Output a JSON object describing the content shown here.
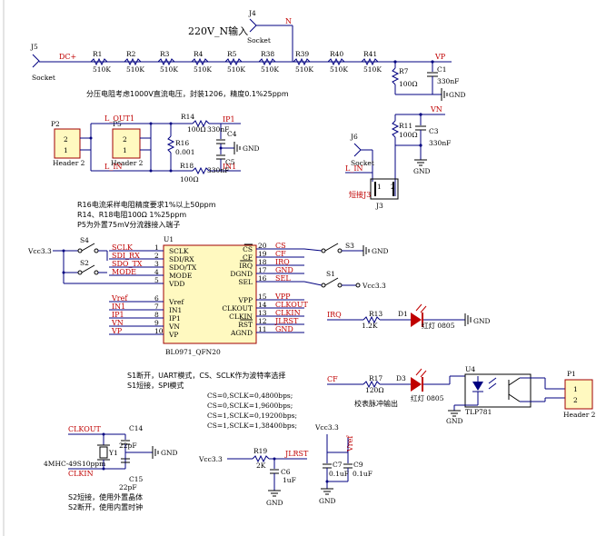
{
  "title_220v": "220V_N输入",
  "j4": {
    "ref": "J4",
    "val": "Socket",
    "net": "N"
  },
  "j5": {
    "ref": "J5",
    "val": "Socket",
    "net": "DC+"
  },
  "divider_resistors": [
    {
      "ref": "R1",
      "val": "510K"
    },
    {
      "ref": "R2",
      "val": "510K"
    },
    {
      "ref": "R3",
      "val": "510K"
    },
    {
      "ref": "R4",
      "val": "510K"
    },
    {
      "ref": "R5",
      "val": "510K"
    },
    {
      "ref": "R38",
      "val": "510K"
    },
    {
      "ref": "R39",
      "val": "510K"
    },
    {
      "ref": "R40",
      "val": "510K"
    },
    {
      "ref": "R41",
      "val": "510K"
    }
  ],
  "vp_net": "VP",
  "r7": {
    "ref": "R7",
    "val": "100Ω"
  },
  "c1": {
    "ref": "C1",
    "val": "330nF"
  },
  "gnd": "GND",
  "note_divider": "分压电阻考虑1000V直流电压，封装1206，精度0.1%25ppm",
  "vn_net": "VN",
  "r11": {
    "ref": "R11",
    "val": "100Ω"
  },
  "c3": {
    "ref": "C3",
    "val": "330nF"
  },
  "j6": {
    "ref": "J6",
    "val": "Socket"
  },
  "l_in": "L_IN",
  "l_out1": "L_OUT1",
  "ip1": "IP1",
  "in1": "IN1",
  "j3": {
    "ref": "J3",
    "label": "短接J3",
    "pin1": "1",
    "pin2": "2"
  },
  "p2": {
    "ref": "P2",
    "val": "Header 2",
    "pin1": "1",
    "pin2": "2"
  },
  "p5": {
    "ref": "P5",
    "val": "Header 2",
    "pin1": "1",
    "pin2": "2"
  },
  "r14": {
    "ref": "R14",
    "val": "100Ω"
  },
  "r16": {
    "ref": "R16",
    "val": "0.001"
  },
  "r18": {
    "ref": "R18",
    "val": "100Ω"
  },
  "c4": {
    "ref": "C4",
    "val": "330nF"
  },
  "c5": {
    "ref": "C5",
    "val": "330nF"
  },
  "note_r16": "R16电流采样电阻精度要求1%以上50ppm",
  "note_r14": "R14、R18电阻100Ω 1%25ppm",
  "note_p5": "P5为外置75mV分流器接入端子",
  "u1": {
    "ref": "U1",
    "val": "BL0971_QFN20",
    "left_pins": [
      {
        "num": "1",
        "name": "SCLK",
        "net": "SCLK"
      },
      {
        "num": "2",
        "name": "SDI/RX",
        "net": "SDI_RX"
      },
      {
        "num": "3",
        "name": "SDO/TX",
        "net": "SDO_TX"
      },
      {
        "num": "4",
        "name": "MODE",
        "net": "MODE"
      },
      {
        "num": "5",
        "name": "VDD",
        "net": ""
      },
      {
        "num": "6",
        "name": "Vref",
        "net": "Vref"
      },
      {
        "num": "7",
        "name": "IN1",
        "net": "IN1"
      },
      {
        "num": "8",
        "name": "IP1",
        "net": "IP1"
      },
      {
        "num": "9",
        "name": "VN",
        "net": "VN"
      },
      {
        "num": "10",
        "name": "VP",
        "net": "VP"
      }
    ],
    "right_pins": [
      {
        "num": "20",
        "name": "CS",
        "net": "CS"
      },
      {
        "num": "19",
        "name": "CF",
        "net": "CF"
      },
      {
        "num": "18",
        "name": "IRQ",
        "net": "IRQ"
      },
      {
        "num": "17",
        "name": "DGND",
        "net": "GND"
      },
      {
        "num": "16",
        "name": "SEL",
        "net": "SEL"
      },
      {
        "num": "15",
        "name": "VPP",
        "net": "VPP"
      },
      {
        "num": "14",
        "name": "CLKOUT",
        "net": "CLKOUT"
      },
      {
        "num": "13",
        "name": "CLKIN",
        "net": "CLKIN"
      },
      {
        "num": "12",
        "name": "RST",
        "net": "JLRST"
      },
      {
        "num": "11",
        "name": "AGND",
        "net": "GND"
      }
    ]
  },
  "vcc33": "Vcc3.3",
  "s1": "S1",
  "s2": "S2",
  "s3": "S3",
  "s4": "S4",
  "r13": {
    "ref": "R13",
    "val": "1.2K"
  },
  "d1": {
    "ref": "D1",
    "val": "红灯 0805"
  },
  "note_sel": [
    "S1断开，UART模式，CS、SCLK作为波特率选择",
    "S1短接，SPI模式"
  ],
  "baud_table": [
    "CS=0,SCLK=0,4800bps;",
    "CS=0,SCLK=1,9600bps;",
    "CS=1,SCLK=0,19200bps;",
    "CS=1,SCLK=1,38400bps;"
  ],
  "r17": {
    "ref": "R17",
    "val": "120Ω"
  },
  "d3": {
    "ref": "D3",
    "val": "红灯 0805"
  },
  "u4": {
    "ref": "U4",
    "val": "TLP781"
  },
  "p1": {
    "ref": "P1",
    "val": "Header 2",
    "pin1": "1",
    "pin2": "2"
  },
  "note_pulse": "校表脉冲输出",
  "crystal": {
    "ref": "Y1",
    "val": "4MHC-49S10ppm"
  },
  "c14": {
    "ref": "C14",
    "val": "22pF"
  },
  "c15": {
    "ref": "C15",
    "val": "22pF"
  },
  "note_s2": [
    "S2短接，使用外置晶体",
    "S2断开，使用内置时钟"
  ],
  "r19": {
    "ref": "R19",
    "val": "2K"
  },
  "c6": {
    "ref": "C6",
    "val": "1uF"
  },
  "c7": {
    "ref": "C7",
    "val": "0.1uF"
  },
  "c9": {
    "ref": "C9",
    "val": "0.1uF"
  },
  "jlrst": "JLRST",
  "vref": "Vref",
  "colors": {
    "wire": "#000080",
    "net_label": "#c00000",
    "ic_fill": "#fff9c0",
    "led": "#c00000"
  }
}
